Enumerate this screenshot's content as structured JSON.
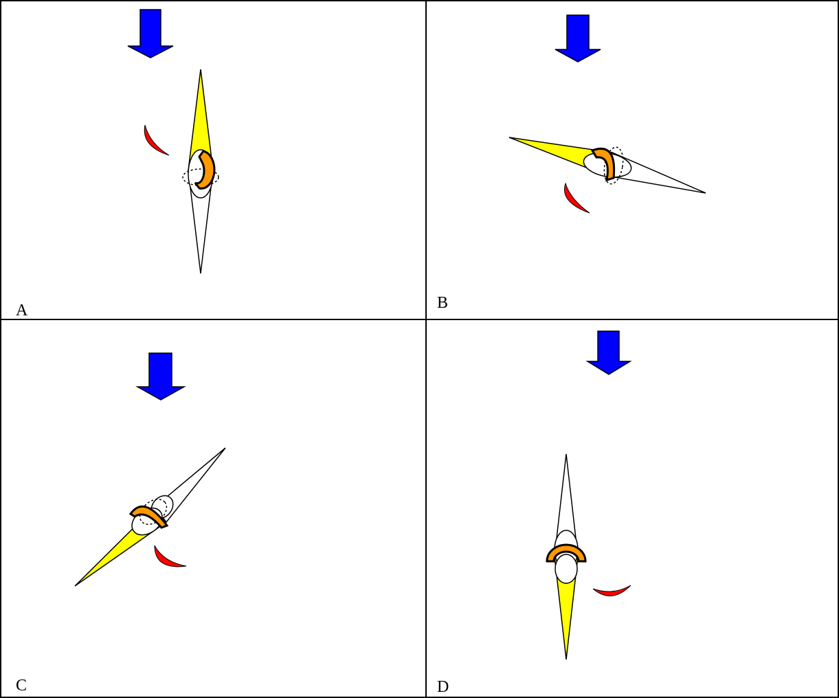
{
  "panels": [
    {
      "label": "A"
    },
    {
      "label": "B"
    },
    {
      "label": "C"
    },
    {
      "label": "D"
    }
  ],
  "colors": {
    "arrow": "#0000ff",
    "yellow_fill": "#ffff00",
    "orange_fill": "#ff9900",
    "red_fill": "#ff0000",
    "line": "#000000",
    "background": "#ffffff"
  },
  "icons": {
    "arrow": "down-arrow-icon",
    "needle": "needle-shape",
    "orange_arc": "orange-arc-shape",
    "red_crescent": "red-crescent-shape"
  }
}
